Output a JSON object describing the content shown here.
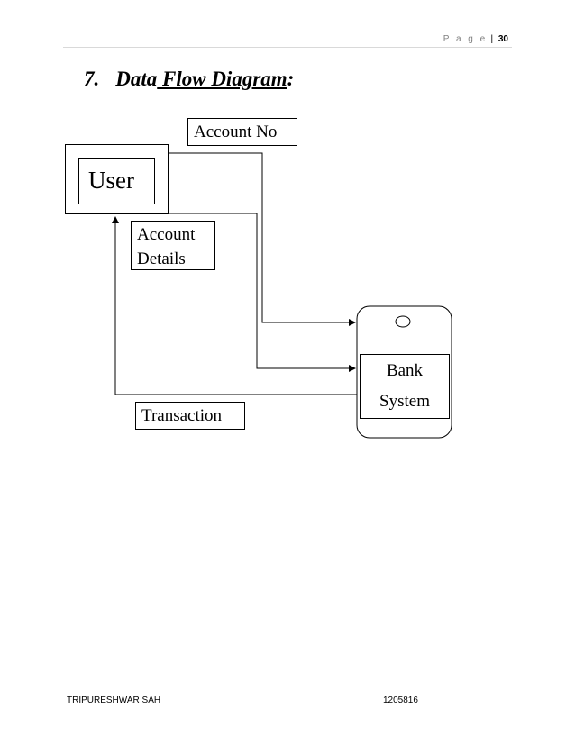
{
  "header": {
    "page_word": "P a g e",
    "separator": "|",
    "page_number": "30"
  },
  "section": {
    "number": "7.",
    "title_pre": "Data",
    "title_underlined": " Flow Diagram",
    "title_post": ":"
  },
  "diagram": {
    "user_label": "User",
    "account_no_label": "Account No",
    "account_details_line1": "Account",
    "account_details_line2": "Details",
    "transaction_label": "Transaction",
    "bank_line1": "Bank",
    "bank_line2": "System"
  },
  "footer": {
    "author": "TRIPURESHWAR SAH",
    "id": "1205816"
  }
}
